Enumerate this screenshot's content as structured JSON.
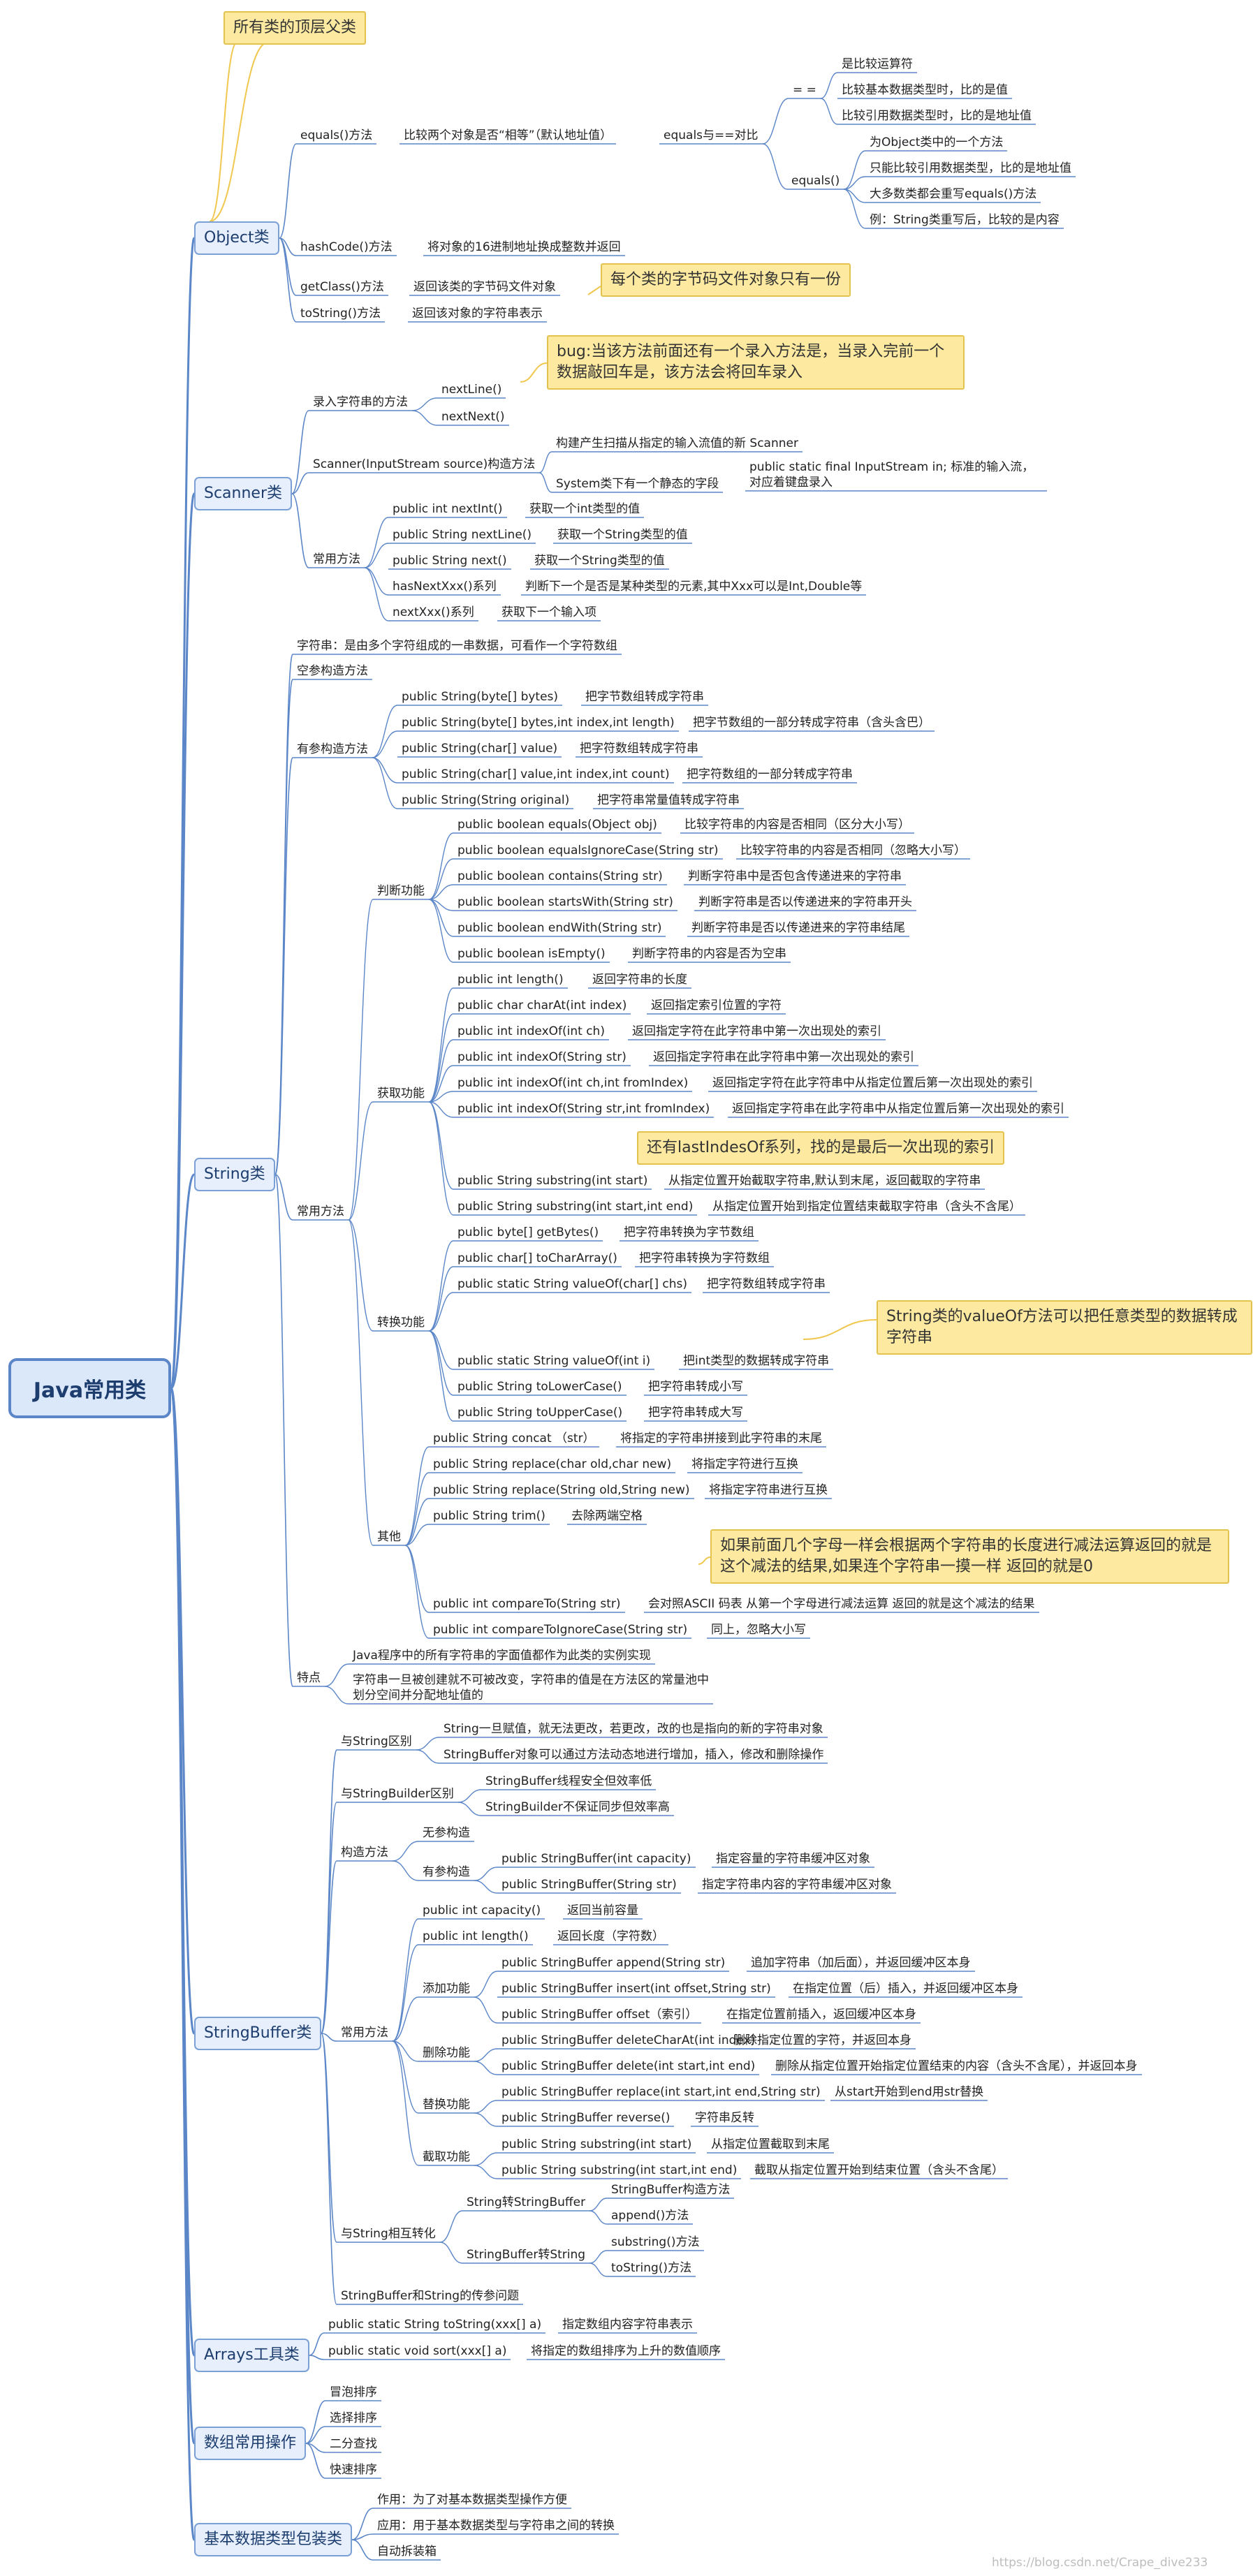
{
  "root": "Java常用类",
  "object": {
    "title": "Object类",
    "top_note": "所有类的顶层父类",
    "equals": {
      "label": "equals()方法",
      "desc": "比较两个对象是否“相等”（默认地址值）",
      "cmp": "equals与==对比",
      "eqeq": "= =",
      "eqeq_items": [
        "是比较运算符",
        "比较基本数据类型时，比的是值",
        "比较引用数据类型时，比的是地址值"
      ],
      "eqm": "equals()",
      "eqm_items": [
        "为Object类中的一个方法",
        "只能比较引用数据类型，比的是地址值",
        "大多数类都会重写equals()方法",
        "例：String类重写后，比较的是内容"
      ]
    },
    "hashcode": {
      "label": "hashCode()方法",
      "desc": "将对象的16进制地址换成整数并返回"
    },
    "getclass": {
      "label": "getClass()方法",
      "desc": "返回该类的字节码文件对象",
      "note": "每个类的字节码文件对象只有一份"
    },
    "tostring": {
      "label": "toString()方法",
      "desc": "返回该对象的字符串表示"
    }
  },
  "scanner": {
    "title": "Scanner类",
    "input": {
      "label": "录入字符串的方法",
      "items": [
        "nextLine()",
        "nextNext()"
      ]
    },
    "bug_note": "bug:当该方法前面还有一个录入方法是，当录入完前一个数据敲回车是，该方法会将回车录入",
    "ctor": {
      "label": "Scanner(InputStream source)构造方法",
      "items": [
        "构建产生扫描从指定的输入流值的新 Scanner",
        "System类下有一个静态的字段"
      ],
      "field": "public static final InputStream in; 标准的输入流，对应着键盘录入"
    },
    "common": {
      "label": "常用方法",
      "items": [
        {
          "m": "public int nextInt()",
          "d": "获取一个int类型的值"
        },
        {
          "m": "public String nextLine()",
          "d": "获取一个String类型的值"
        },
        {
          "m": "public String next()",
          "d": "获取一个String类型的值"
        },
        {
          "m": "hasNextXxx()系列",
          "d": "判断下一个是否是某种类型的元素,其中Xxx可以是Int,Double等"
        },
        {
          "m": "nextXxx()系列",
          "d": "获取下一个输入项"
        }
      ]
    }
  },
  "string": {
    "title": "String类",
    "def": "字符串：是由多个字符组成的一串数据，可看作一个字符数组",
    "empty_ctor": "空参构造方法",
    "ctors": {
      "label": "有参构造方法",
      "items": [
        {
          "m": "public String(byte[] bytes)",
          "d": "把字节数组转成字符串"
        },
        {
          "m": "public String(byte[] bytes,int index,int length)",
          "d": "把字节数组的一部分转成字符串（含头含巴）"
        },
        {
          "m": "public String(char[] value)",
          "d": "把字符数组转成字符串"
        },
        {
          "m": "public String(char[] value,int index,int count)",
          "d": "把字符数组的一部分转成字符串"
        },
        {
          "m": "public String(String original)",
          "d": "把字符串常量值转成字符串"
        }
      ]
    },
    "common": "常用方法",
    "judge": {
      "label": "判断功能",
      "items": [
        {
          "m": "public boolean equals(Object obj)",
          "d": "比较字符串的内容是否相同（区分大小写）"
        },
        {
          "m": "public boolean equalsIgnoreCase(String str)",
          "d": "比较字符串的内容是否相同（忽略大小写）"
        },
        {
          "m": "public boolean contains(String str)",
          "d": "判断字符串中是否包含传递进来的字符串"
        },
        {
          "m": "public boolean startsWith(String str)",
          "d": "判断字符串是否以传递进来的字符串开头"
        },
        {
          "m": "public boolean endWith(String str)",
          "d": "判断字符串是否以传递进来的字符串结尾"
        },
        {
          "m": "public boolean isEmpty()",
          "d": "判断字符串的内容是否为空串"
        }
      ]
    },
    "get": {
      "label": "获取功能",
      "items": [
        {
          "m": "public int length()",
          "d": "返回字符串的长度"
        },
        {
          "m": "public char charAt(int index)",
          "d": "返回指定索引位置的字符"
        },
        {
          "m": "public int indexOf(int ch)",
          "d": "返回指定字符在此字符串中第一次出现处的索引"
        },
        {
          "m": "public int indexOf(String str)",
          "d": "返回指定字符串在此字符串中第一次出现处的索引"
        },
        {
          "m": "public int indexOf(int ch,int fromIndex)",
          "d": "返回指定字符在此字符串中从指定位置后第一次出现处的索引"
        },
        {
          "m": "public int indexOf(String str,int fromIndex)",
          "d": "返回指定字符串在此字符串中从指定位置后第一次出现处的索引"
        },
        {
          "m": "public String substring(int start)",
          "d": "从指定位置开始截取字符串,默认到末尾，返回截取的字符串"
        },
        {
          "m": "public String substring(int start,int end)",
          "d": "从指定位置开始到指定位置结束截取字符串（含头不含尾）"
        }
      ],
      "note": "还有lastIndesOf系列，找的是最后一次出现的索引"
    },
    "convert": {
      "label": "转换功能",
      "items": [
        {
          "m": "public byte[] getBytes()",
          "d": "把字符串转换为字节数组"
        },
        {
          "m": "public char[] toCharArray()",
          "d": "把字符串转换为字符数组"
        },
        {
          "m": "public static String valueOf(char[] chs)",
          "d": "把字符数组转成字符串"
        },
        {
          "m": "public static String valueOf(int i)",
          "d": "把int类型的数据转成字符串"
        },
        {
          "m": "public String toLowerCase()",
          "d": "把字符串转成小写"
        },
        {
          "m": "public String toUpperCase()",
          "d": "把字符串转成大写"
        }
      ],
      "note": "String类的valueOf方法可以把任意类型的数据转成字符串"
    },
    "other": {
      "label": "其他",
      "items": [
        {
          "m": "public String concat （str）",
          "d": "将指定的字符串拼接到此字符串的末尾"
        },
        {
          "m": "public String replace(char old,char new)",
          "d": "将指定字符进行互换"
        },
        {
          "m": "public String replace(String old,String new)",
          "d": "将指定字符串进行互换"
        },
        {
          "m": "public String trim()",
          "d": "去除两端空格"
        },
        {
          "m": "public int compareTo(String str)",
          "d": "会对照ASCII 码表 从第一个字母进行减法运算 返回的就是这个减法的结果"
        },
        {
          "m": "public int compareToIgnoreCase(String str)",
          "d": "同上，忽略大小写"
        }
      ],
      "note": "如果前面几个字母一样会根据两个字符串的长度进行减法运算返回的就是这个减法的结果,如果连个字符串一摸一样 返回的就是0"
    },
    "feature": {
      "label": "特点",
      "items": [
        "Java程序中的所有字符串的字面值都作为此类的实例实现",
        "字符串一旦被创建就不可被改变，字符串的值是在方法区的常量池中划分空间并分配地址值的"
      ]
    }
  },
  "sb": {
    "title": "StringBuffer类",
    "vs_string": {
      "label": "与String区别",
      "items": [
        "String一旦赋值，就无法更改，若更改，改的也是指向的新的字符串对象",
        "StringBuffer对象可以通过方法动态地进行增加，插入，修改和删除操作"
      ]
    },
    "vs_sbuilder": {
      "label": "与StringBuilder区别",
      "items": [
        "StringBuffer线程安全但效率低",
        "StringBuilder不保证同步但效率高"
      ]
    },
    "ctor": {
      "label": "构造方法",
      "noarg": "无参构造",
      "arg": "有参构造",
      "items": [
        {
          "m": "public StringBuffer(int capacity)",
          "d": "指定容量的字符串缓冲区对象"
        },
        {
          "m": "public StringBuffer(String str)",
          "d": "指定字符串内容的字符串缓冲区对象"
        }
      ]
    },
    "common": {
      "label": "常用方法",
      "top": [
        {
          "m": "public int capacity()",
          "d": "返回当前容量"
        },
        {
          "m": "public int length()",
          "d": "返回长度（字符数）"
        }
      ],
      "add": {
        "label": "添加功能",
        "items": [
          {
            "m": "public StringBuffer append(String str)",
            "d": "追加字符串（加后面），并返回缓冲区本身"
          },
          {
            "m": "public StringBuffer insert(int offset,String str)",
            "d": "在指定位置（后）插入，并返回缓冲区本身"
          },
          {
            "m": "public StringBuffer offset（索引）",
            "d": "在指定位置前插入，返回缓冲区本身"
          }
        ]
      },
      "del": {
        "label": "删除功能",
        "items": [
          {
            "m": "public StringBuffer deleteCharAt(int index)",
            "d": "删除指定位置的字符，并返回本身"
          },
          {
            "m": "public StringBuffer delete(int start,int end)",
            "d": "删除从指定位置开始指定位置结束的内容（含头不含尾），并返回本身"
          }
        ]
      },
      "rep": {
        "label": "替换功能",
        "items": [
          {
            "m": "public StringBuffer replace(int start,int end,String str)",
            "d": "从start开始到end用str替换"
          },
          {
            "m": "public StringBuffer reverse()",
            "d": "字符串反转"
          }
        ]
      },
      "sub": {
        "label": "截取功能",
        "items": [
          {
            "m": "public String substring(int start)",
            "d": "从指定位置截取到末尾"
          },
          {
            "m": "public String substring(int start,int end)",
            "d": "截取从指定位置开始到结束位置（含头不含尾）"
          }
        ]
      }
    },
    "conv": {
      "label": "与String相互转化",
      "s2sb": {
        "label": "String转StringBuffer",
        "items": [
          "StringBuffer构造方法",
          "append()方法"
        ]
      },
      "sb2s": {
        "label": "StringBuffer转String",
        "items": [
          "substring()方法",
          "toString()方法"
        ]
      }
    },
    "param": "StringBuffer和String的传参问题"
  },
  "arrays": {
    "title": "Arrays工具类",
    "items": [
      {
        "m": "public static String toString(xxx[] a)",
        "d": "指定数组内容字符串表示"
      },
      {
        "m": "public static void sort(xxx[] a)",
        "d": "将指定的数组排序为上升的数值顺序"
      }
    ]
  },
  "arrops": {
    "title": "数组常用操作",
    "items": [
      "冒泡排序",
      "选择排序",
      "二分查找",
      "快速排序"
    ]
  },
  "wrapper": {
    "title": "基本数据类型包装类",
    "items": [
      "作用：为了对基本数据类型操作方便",
      "应用：用于基本数据类型与字符串之间的转换",
      "自动拆装箱"
    ]
  },
  "watermark": "https://blog.csdn.net/Crape_dive233",
  "colors": {
    "wire": "#5b86c8",
    "box": "#e6effb",
    "note": "#fdeaa0",
    "note_link": "#f0c850"
  }
}
